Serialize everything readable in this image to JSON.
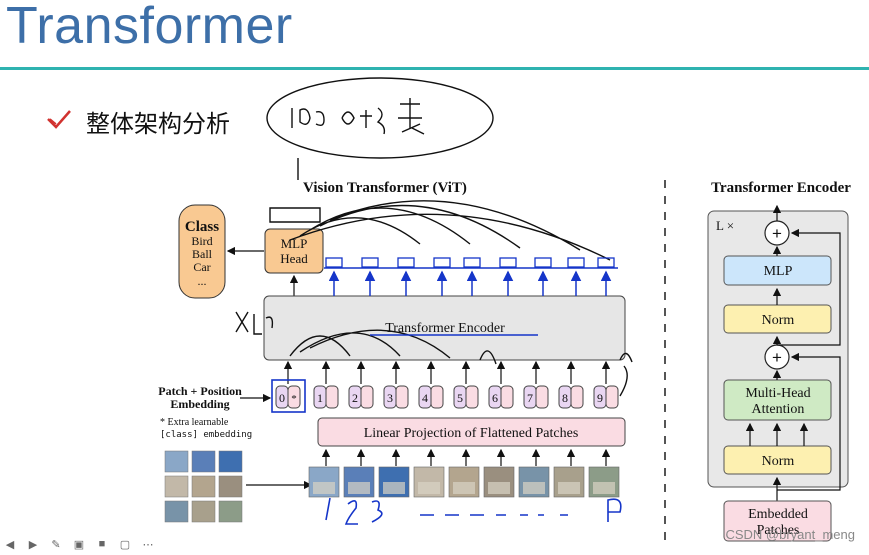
{
  "slide": {
    "title": "Transformer",
    "bullet": "整体架构分析"
  },
  "vit": {
    "title": "Vision Transformer (ViT)",
    "class_box": {
      "heading": "Class",
      "items": [
        "Bird",
        "Ball",
        "Car",
        "..."
      ]
    },
    "mlp_head": {
      "line1": "MLP",
      "line2": "Head"
    },
    "encoder_label": "Transformer Encoder",
    "patch_position_label": [
      "Patch + Position",
      "Embedding"
    ],
    "extra_learnable_note": [
      "* Extra learnable",
      "[class] embedding"
    ],
    "tokens": [
      "0",
      "1",
      "2",
      "3",
      "4",
      "5",
      "6",
      "7",
      "8",
      "9"
    ],
    "class_token_mark": "*",
    "linear_projection_label": "Linear Projection of Flattened Patches"
  },
  "encoder_block": {
    "title": "Transformer Encoder",
    "repeat_label": "L ×",
    "mlp": "MLP",
    "norm_top": "Norm",
    "plus": "+",
    "mha": [
      "Multi-Head",
      "Attention"
    ],
    "norm_bottom": "Norm",
    "embedded_patches": [
      "Embedded",
      "Patches"
    ]
  },
  "colors": {
    "title_blue": "#3d6fa8",
    "rule_teal": "#2fb3b0",
    "class_orange": "#f9c992",
    "mlp_blue": "#cce6fb",
    "norm_yellow": "#fdf0b0",
    "mha_green": "#cfeac4",
    "patch_pink": "#fadce3",
    "encoder_gray": "#e6e6e6",
    "ink_blue": "#1535c9",
    "bullet_red": "#d1322f"
  },
  "toolbar_icons": [
    "prev-icon",
    "next-icon",
    "pen-icon",
    "fit-icon",
    "camera-icon",
    "chat-icon",
    "more-icon"
  ],
  "watermark": "CSDN @bryant_meng"
}
